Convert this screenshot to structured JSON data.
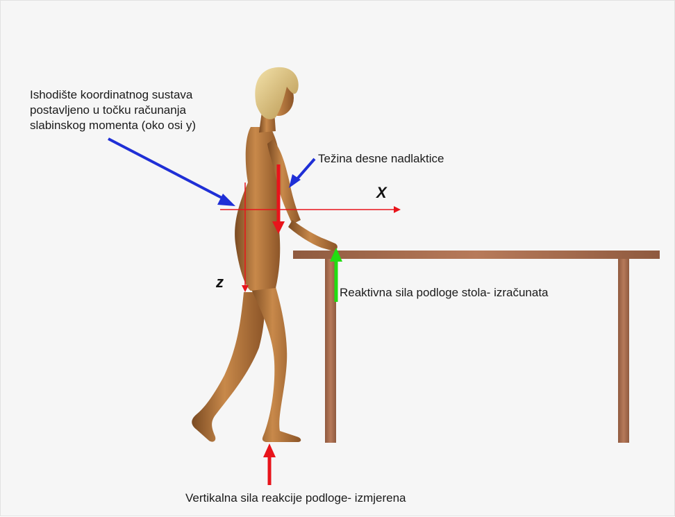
{
  "annotations": {
    "origin_line1": "Ishodište koordinatnog sustava",
    "origin_line2": "postavljeno u točku računanja",
    "origin_line3": "slabinskog momenta (oko osi y)",
    "arm_weight": "Težina desne nadlaktice",
    "table_reaction": "Reaktivna sila podloge stola- izračunata",
    "ground_reaction": "Vertikalna sila reakcije podloge- izmjerena"
  },
  "axes": {
    "x_label": "X",
    "z_label": "z"
  },
  "colors": {
    "background": "#f6f6f6",
    "force_red": "#e8141b",
    "pointer_blue": "#1f2fd6",
    "table_green": "#22dd11",
    "table_brown": "#a56b4e",
    "figure_skin": "#b9783f",
    "hair": "#e6cf8e"
  }
}
